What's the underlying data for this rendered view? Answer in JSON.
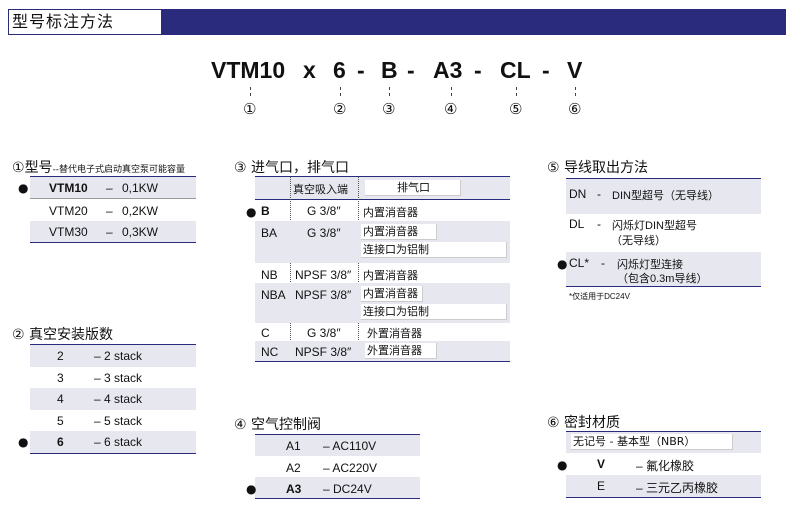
{
  "header": {
    "title": "型号标注方法"
  },
  "model": {
    "parts": [
      "VTM10",
      "x",
      "6",
      "-",
      "B",
      "-",
      "A3",
      "-",
      "CL",
      "-",
      "V"
    ],
    "markers": [
      "①",
      "②",
      "③",
      "④",
      "⑤",
      "⑥"
    ]
  },
  "s1": {
    "num": "①",
    "title": "型号",
    "subtitle": "--替代电子式启动真空泵可能容量",
    "rows": [
      {
        "bullet": "●",
        "name": "VTM10",
        "dash": "–",
        "value": "0,1KW"
      },
      {
        "bullet": "",
        "name": "VTM20",
        "dash": "–",
        "value": "0,2KW"
      },
      {
        "bullet": "",
        "name": "VTM30",
        "dash": "–",
        "value": "0,3KW"
      }
    ]
  },
  "s2": {
    "num": "②",
    "title": "真空安装版数",
    "rows": [
      {
        "bullet": "",
        "n": "2",
        "value": "– 2 stack"
      },
      {
        "bullet": "",
        "n": "3",
        "value": "– 3 stack"
      },
      {
        "bullet": "",
        "n": "4",
        "value": "– 4 stack"
      },
      {
        "bullet": "",
        "n": "5",
        "value": "– 5 stack"
      },
      {
        "bullet": "●",
        "n": "6",
        "value": "– 6 stack"
      }
    ]
  },
  "s3": {
    "num": "③",
    "title": "进气口，排气口",
    "col1": "真空吸入端",
    "col2": "排气口",
    "rows": [
      {
        "bullet": "●",
        "code": "B",
        "inlet": "G 3/8″",
        "exhaust": [
          "内置消音器"
        ]
      },
      {
        "bullet": "",
        "code": "BA",
        "inlet": "G 3/8″",
        "exhaust": [
          "内置消音器",
          "连接口为铝制"
        ]
      },
      {
        "bullet": "",
        "code": "NB",
        "inlet": "NPSF 3/8″",
        "exhaust": [
          "内置消音器"
        ]
      },
      {
        "bullet": "",
        "code": "NBA",
        "inlet": "NPSF 3/8″",
        "exhaust": [
          "内置消音器",
          "连接口为铝制"
        ]
      },
      {
        "bullet": "",
        "code": "C",
        "inlet": "G 3/8″",
        "exhaust": [
          "外置消音器"
        ]
      },
      {
        "bullet": "",
        "code": "NC",
        "inlet": "NPSF 3/8″",
        "exhaust": [
          "外置消音器"
        ]
      }
    ]
  },
  "s4": {
    "num": "④",
    "title": "空气控制阀",
    "rows": [
      {
        "bullet": "",
        "code": "A1",
        "value": "– AC110V"
      },
      {
        "bullet": "",
        "code": "A2",
        "value": "– AC220V"
      },
      {
        "bullet": "●",
        "code": "A3",
        "value": "– DC24V"
      }
    ]
  },
  "s5": {
    "num": "⑤",
    "title": "导线取出方法",
    "rows": [
      {
        "bullet": "",
        "code": "DN",
        "sep": "-",
        "desc": "DIN型超号（无导线）",
        "desc2": ""
      },
      {
        "bullet": "",
        "code": "DL",
        "sep": "-",
        "desc": "闪烁灯DIN型超号",
        "desc2": "（无导线）"
      },
      {
        "bullet": "●",
        "code": "CL*",
        "sep": "-",
        "desc": "闪烁灯型连接",
        "desc2": "（包含0.3m导线）"
      }
    ],
    "note": "*仅适用于DC24V"
  },
  "s6": {
    "num": "⑥",
    "title": "密封材质",
    "header_row": "无记号 - 基本型（NBR）",
    "rows": [
      {
        "bullet": "●",
        "code": "V",
        "value": "– 氟化橡胶"
      },
      {
        "bullet": "",
        "code": "E",
        "value": "– 三元乙丙橡胶"
      }
    ]
  },
  "colors": {
    "accent": "#2b2b7e",
    "shade": "#e7e7f0"
  }
}
